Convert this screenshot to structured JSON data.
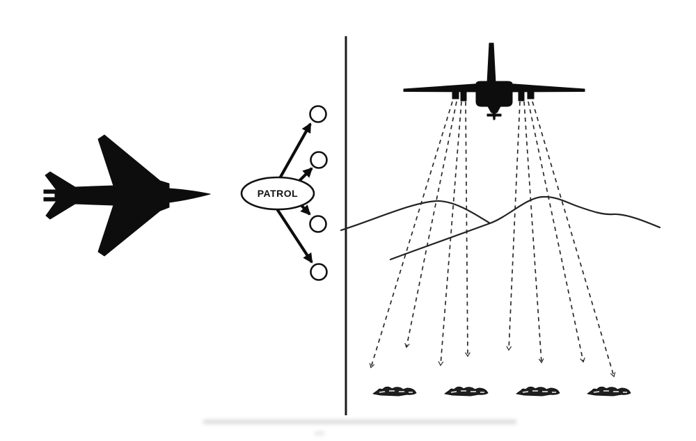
{
  "patrol": {
    "label": "PATROL"
  },
  "counts": {
    "waypoint_circles": 4,
    "patrol_arrows": 4,
    "sensor_beams": 8,
    "ground_targets": 4
  },
  "colors": {
    "ink": "#0d0d0d",
    "line_dark": "#2a2a2a",
    "background": "#ffffff"
  }
}
